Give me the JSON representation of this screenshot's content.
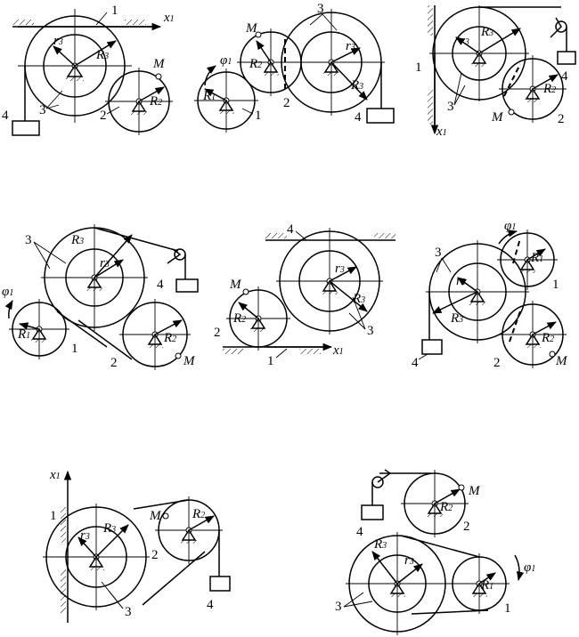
{
  "symbols": {
    "r3": "r",
    "R3": "R",
    "R2": "R",
    "R1": "R",
    "sub1": "1",
    "sub2": "2",
    "sub3": "3",
    "M": "M",
    "x": "x",
    "phi": "φ"
  },
  "numbers": {
    "n1": "1",
    "n2": "2",
    "n3": "3",
    "n4": "4"
  }
}
